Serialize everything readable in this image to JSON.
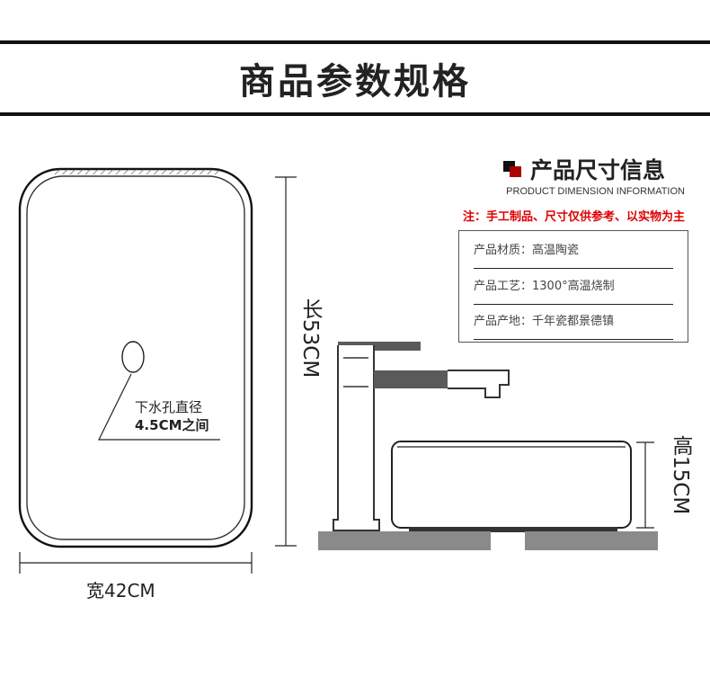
{
  "header": {
    "title": "商品参数规格"
  },
  "info": {
    "title": "产品尺寸信息",
    "subtitle": "PRODUCT DIMENSION INFORMATION",
    "note": "注：手工制品、尺寸仅供参考、以实物为主",
    "rows": [
      {
        "text": "产品材质：高温陶瓷"
      },
      {
        "text": "产品工艺：1300°高温烧制"
      },
      {
        "text": "产品产地：千年瓷都景德镇"
      }
    ]
  },
  "dimensions": {
    "length": "长53CM",
    "width": "宽42CM",
    "height": "高15CM",
    "drain_line1": "下水孔直径",
    "drain_line2": "4.5CM之间"
  }
}
